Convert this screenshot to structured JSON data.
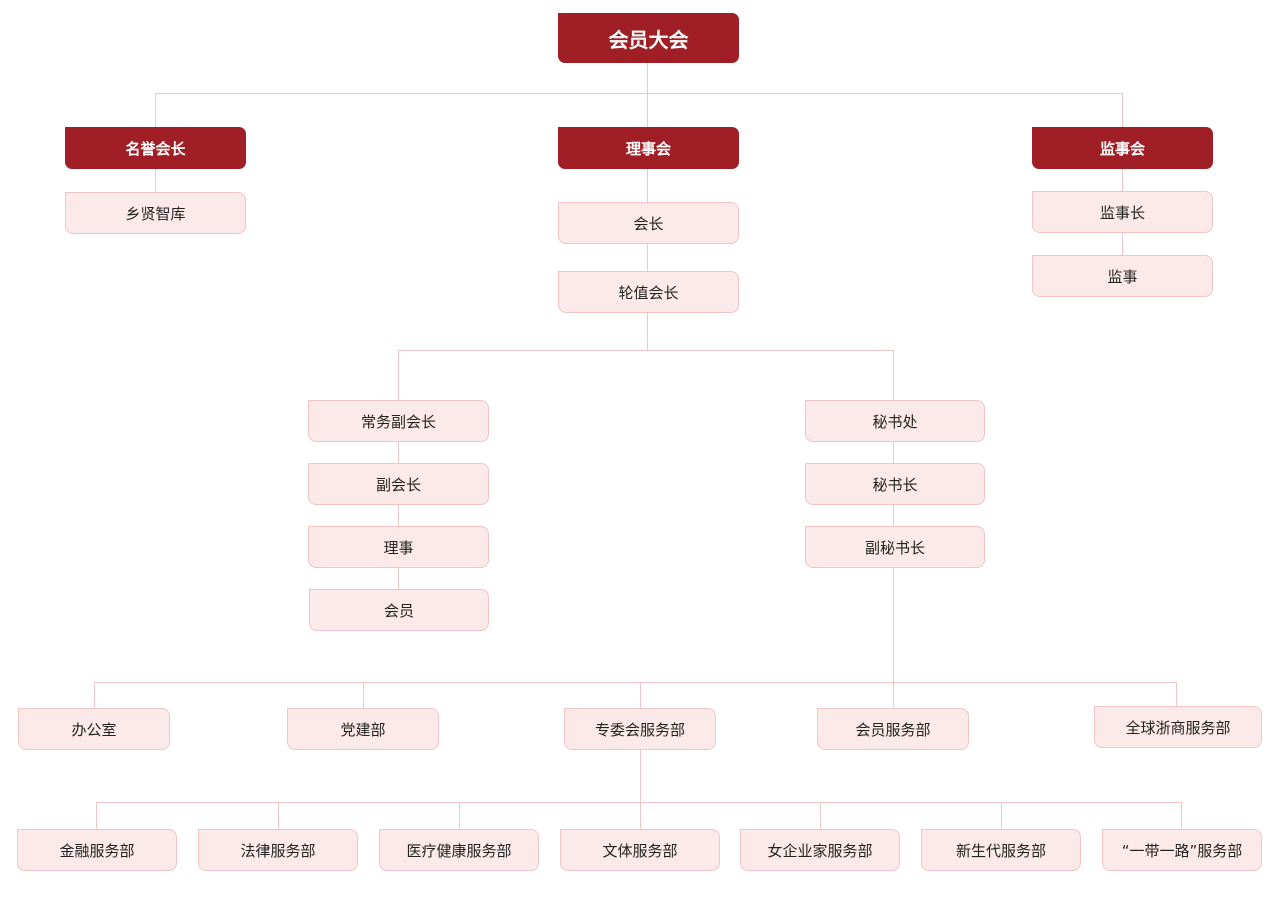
{
  "root": "会员大会",
  "honorary": {
    "title": "名誉会长",
    "items": [
      "乡贤智库"
    ]
  },
  "council": {
    "title": "理事会",
    "items": [
      "会长",
      "轮值会长"
    ]
  },
  "supervisors": {
    "title": "监事会",
    "items": [
      "监事长",
      "监事"
    ]
  },
  "vice_branch": [
    "常务副会长",
    "副会长",
    "理事",
    "会员"
  ],
  "secretariat": [
    "秘书处",
    "秘书长",
    "副秘书长"
  ],
  "departments": [
    "办公室",
    "党建部",
    "专委会服务部",
    "会员服务部",
    "全球浙商服务部"
  ],
  "committee_depts": [
    "金融服务部",
    "法律服务部",
    "医疗健康服务部",
    "文体服务部",
    "女企业家服务部",
    "新生代服务部",
    "“一带一路”服务部"
  ],
  "colors": {
    "header": "#a01f26",
    "box": "#fce9e9",
    "box_border": "#f1c4c7",
    "line": "#f0c6c9"
  }
}
